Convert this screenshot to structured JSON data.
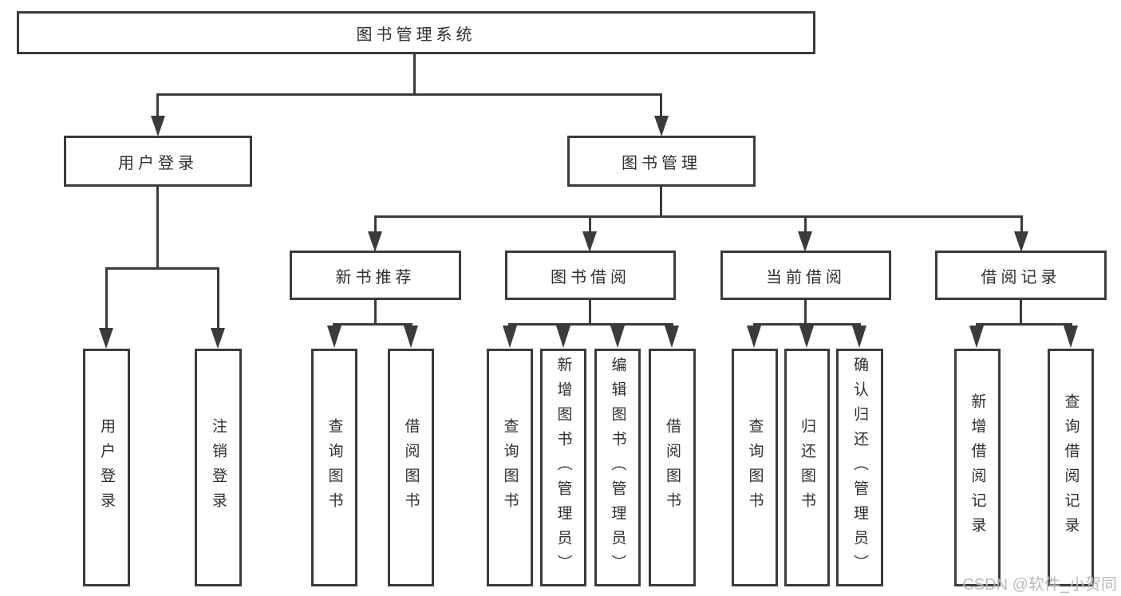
{
  "diagram": {
    "root": {
      "label": "图书管理系统"
    },
    "branches": [
      {
        "label": "用户登录",
        "children": [
          {
            "label": "用户登录"
          },
          {
            "label": "注销登录"
          }
        ]
      },
      {
        "label": "图书管理",
        "children": [
          {
            "label": "新书推荐",
            "children": [
              {
                "label": "查询图书"
              },
              {
                "label": "借阅图书"
              }
            ]
          },
          {
            "label": "图书借阅",
            "children": [
              {
                "label": "查询图书"
              },
              {
                "label": "新增图书（管理员）"
              },
              {
                "label": "编辑图书（管理员）"
              },
              {
                "label": "借阅图书"
              }
            ]
          },
          {
            "label": "当前借阅",
            "children": [
              {
                "label": "查询图书"
              },
              {
                "label": "归还图书"
              },
              {
                "label": "确认归还（管理员）"
              }
            ]
          },
          {
            "label": "借阅记录",
            "children": [
              {
                "label": "新增借阅记录"
              },
              {
                "label": "查询借阅记录"
              }
            ]
          }
        ]
      }
    ]
  },
  "watermark": {
    "text": "CSDN @软件_小贺同学"
  },
  "colors": {
    "line": "#3b3b3b",
    "text": "#2f2f2f",
    "watermark": "#b3b3b3",
    "background": "#ffffff"
  }
}
